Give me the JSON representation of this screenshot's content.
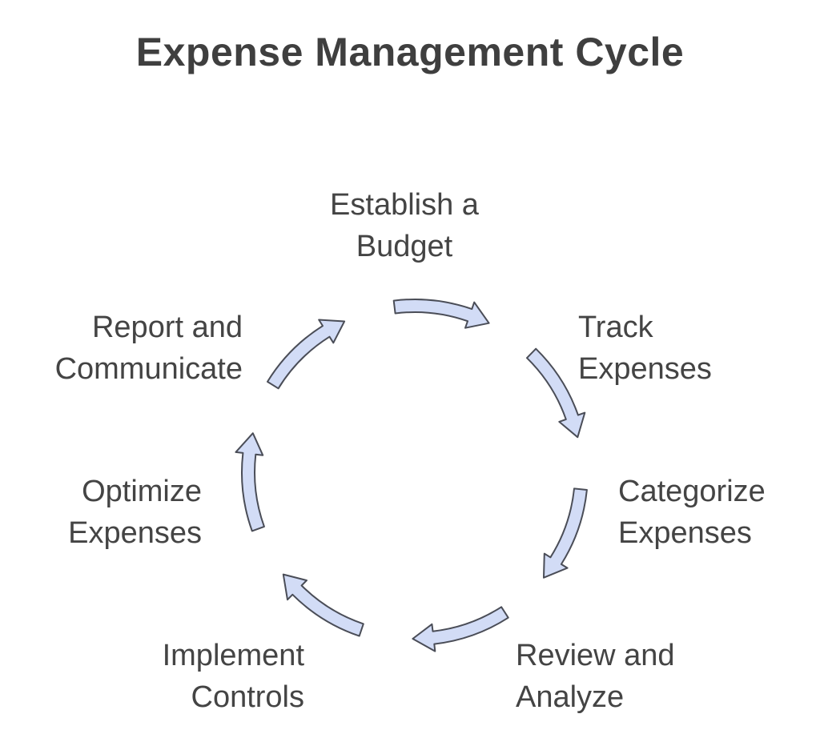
{
  "title": "Expense Management Cycle",
  "colors": {
    "arrow_fill": "#d2dcf6",
    "arrow_stroke": "#4a4d57",
    "text": "#444444",
    "title": "#3f3f3f"
  },
  "steps": [
    {
      "lines": [
        "Establish a",
        "Budget"
      ]
    },
    {
      "lines": [
        "Track",
        "Expenses"
      ]
    },
    {
      "lines": [
        "Categorize",
        "Expenses"
      ]
    },
    {
      "lines": [
        "Review and",
        "Analyze"
      ]
    },
    {
      "lines": [
        "Implement",
        "Controls"
      ]
    },
    {
      "lines": [
        "Optimize",
        "Expenses"
      ]
    },
    {
      "lines": [
        "Report and",
        "Communicate"
      ]
    }
  ]
}
